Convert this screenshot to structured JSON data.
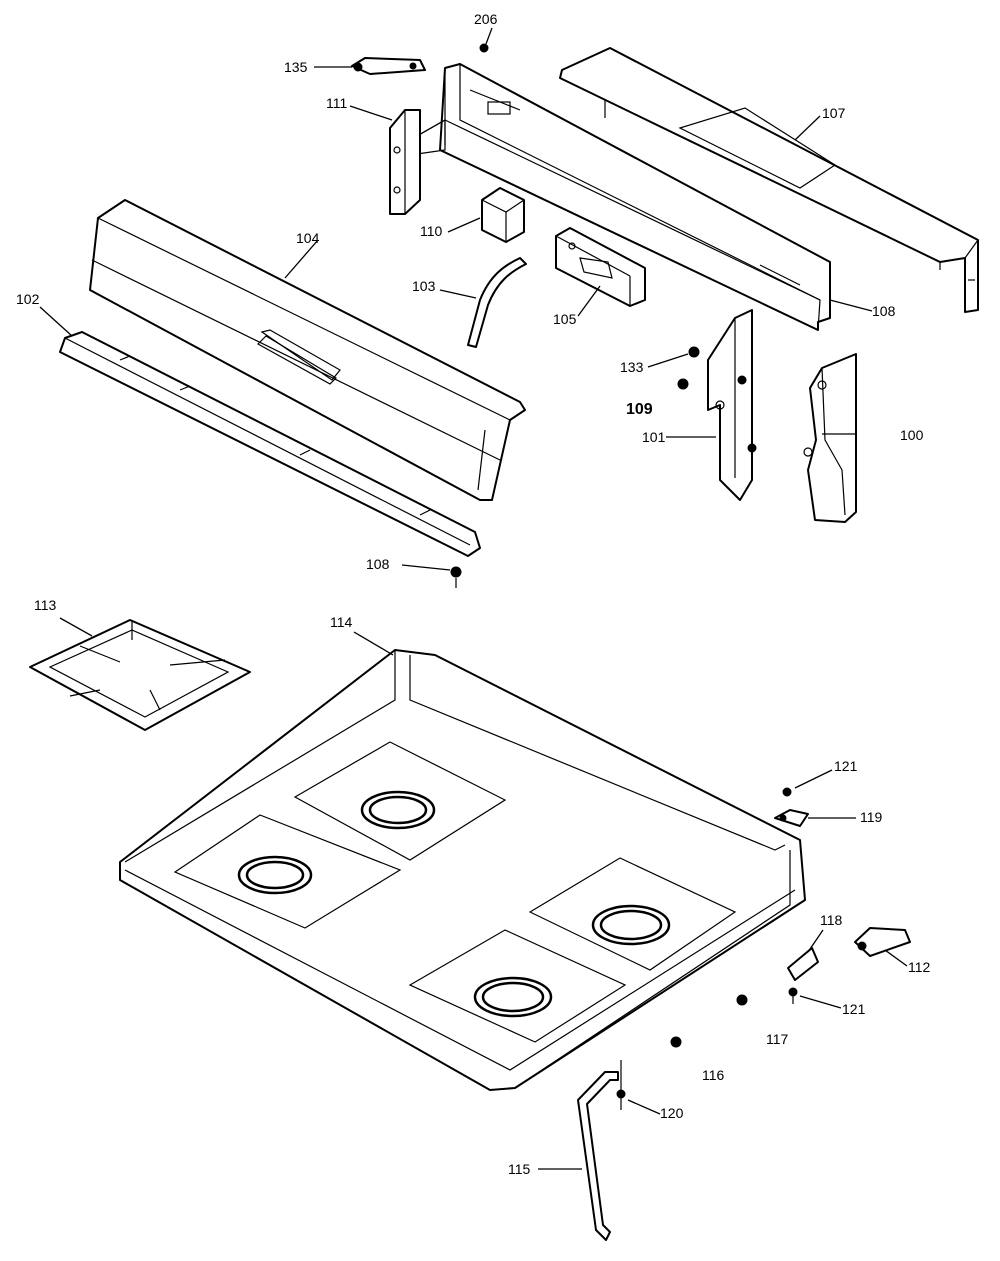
{
  "diagram": {
    "labels": {
      "p206": "206",
      "p135": "135",
      "p111": "111",
      "p107": "107",
      "p110": "110",
      "p104": "104",
      "p103": "103",
      "p102": "102",
      "p105": "105",
      "p108_top": "108",
      "p133": "133",
      "p109": "109",
      "p101": "101",
      "p100": "100",
      "p108_bottom": "108",
      "p113": "113",
      "p114": "114",
      "p121_top": "121",
      "p119": "119",
      "p118": "118",
      "p112": "112",
      "p121_bottom": "121",
      "p117": "117",
      "p116": "116",
      "p120": "120",
      "p115": "115"
    },
    "colors": {
      "line": "#000000",
      "background": "#ffffff"
    }
  }
}
